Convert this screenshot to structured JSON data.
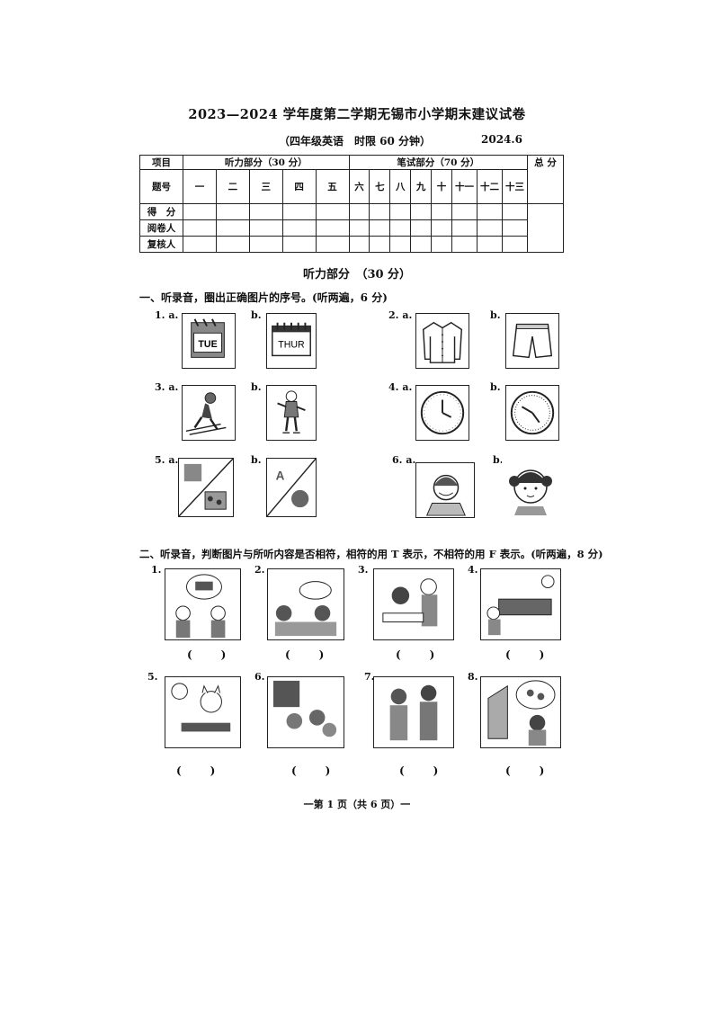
{
  "header": {
    "title": "2023—2024 学年度第二学期无锡市小学期末建议试卷",
    "subtitle": "（四年级英语　时限 60 分钟）",
    "date": "2024.6"
  },
  "score_table": {
    "col_item": "项目",
    "listening_header": "听力部分（30 分）",
    "writing_header": "笔试部分（70 分）",
    "total": "总 分",
    "row_qno": "题号",
    "row_score": "得　分",
    "row_grader": "阅卷人",
    "row_checker": "复核人",
    "questions": [
      "一",
      "二",
      "三",
      "四",
      "五",
      "六",
      "七",
      "八",
      "九",
      "十",
      "十一",
      "十二",
      "十三"
    ]
  },
  "listening": {
    "title": "听力部分　（30 分）",
    "part1": {
      "heading": "一、听录音，圈出正确图片的序号。(听两遍，6 分)",
      "items": [
        {
          "num": "1. a.",
          "b": "b.",
          "text_a": "TUE",
          "text_b": "THUR"
        },
        {
          "num": "2. a.",
          "b": "b."
        },
        {
          "num": "3. a.",
          "b": "b."
        },
        {
          "num": "4. a.",
          "b": "b."
        },
        {
          "num": "5. a.",
          "b": "b."
        },
        {
          "num": "6. a.",
          "b": "b."
        }
      ]
    },
    "part2": {
      "heading": "二、听录音，判断图片与所听内容是否相符，相符的用 T 表示，不相符的用 F 表示。(听两遍，8 分)",
      "items": [
        "1.",
        "2.",
        "3.",
        "4.",
        "5.",
        "6.",
        "7.",
        "8."
      ],
      "paren": "(　)"
    }
  },
  "footer": "一第 1 页（共 6 页）一"
}
